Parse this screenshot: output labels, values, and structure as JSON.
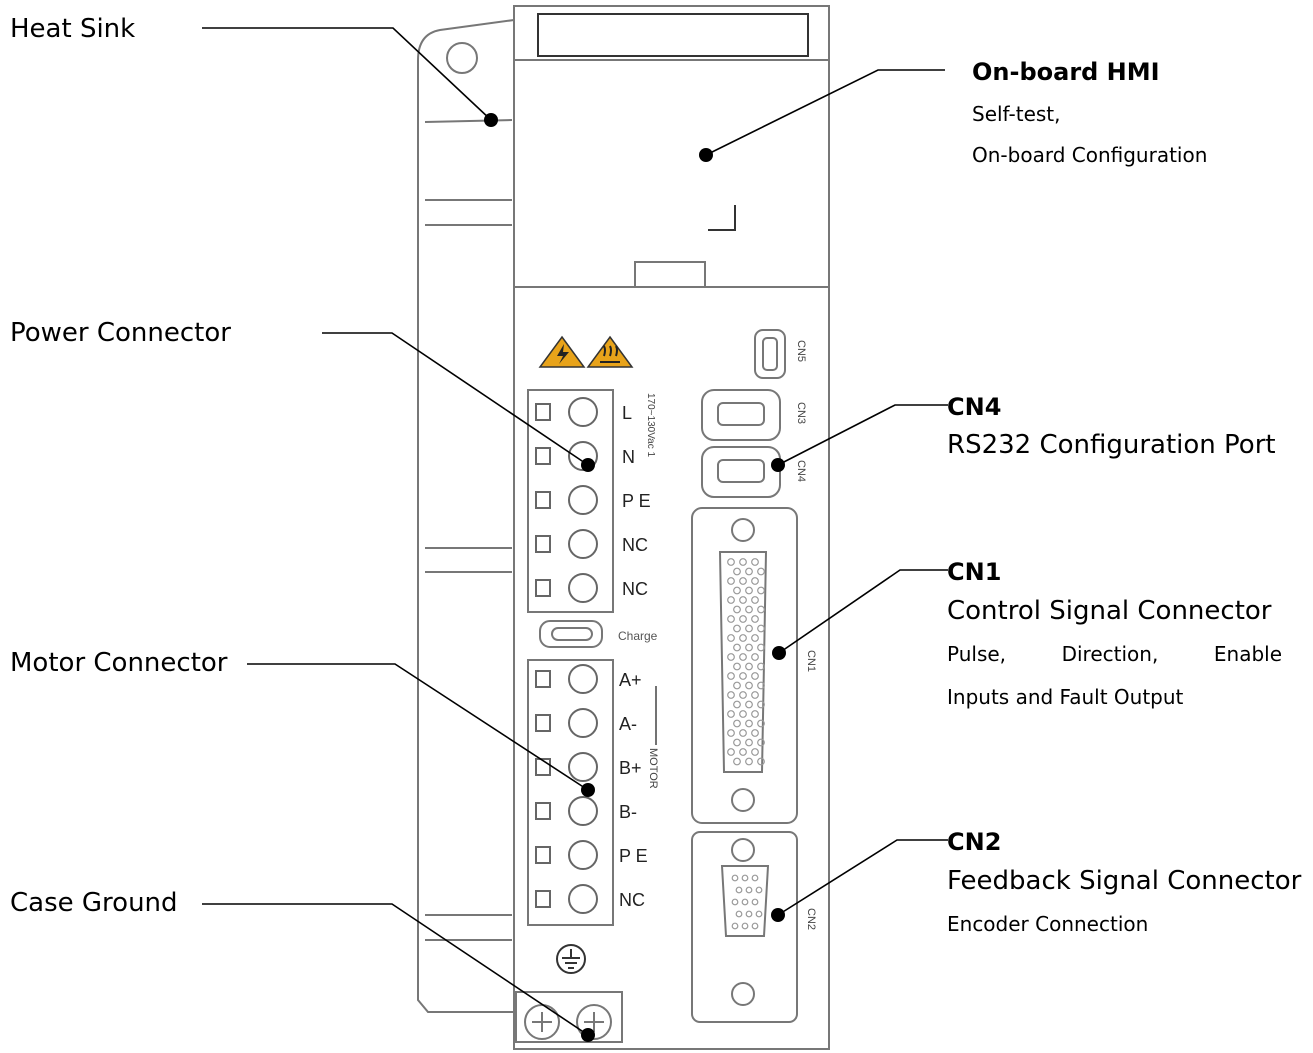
{
  "left_callouts": {
    "heat_sink": "Heat Sink",
    "power_connector": "Power Connector",
    "motor_connector": "Motor Connector",
    "case_ground": "Case Ground"
  },
  "right_callouts": {
    "hmi": {
      "title": "On-board HMI",
      "line1": "Self-test,",
      "line2": "On-board Configuration"
    },
    "cn4": {
      "title": "CN4",
      "desc": "RS232 Configuration Port"
    },
    "cn1": {
      "title": "CN1",
      "desc": "Control Signal Connector",
      "detail_words": [
        "Pulse,",
        "Direction,",
        "Enable"
      ],
      "detail_line2": "Inputs and Fault Output"
    },
    "cn2": {
      "title": "CN2",
      "desc": "Feedback Signal Connector",
      "detail": "Encoder Connection"
    }
  },
  "device": {
    "power_terminals": [
      "L",
      "N",
      "P E",
      "NC",
      "NC"
    ],
    "power_rating": "170~130Vac 1",
    "charge_label": "Charge",
    "motor_terminals": [
      "A+",
      "A-",
      "B+",
      "B-",
      "P E",
      "NC"
    ],
    "motor_label": "MOTOR",
    "port_labels": {
      "cn5": "CN5",
      "cn3": "CN3",
      "cn4": "CN4",
      "cn1": "CN1",
      "cn2": "CN2"
    }
  }
}
